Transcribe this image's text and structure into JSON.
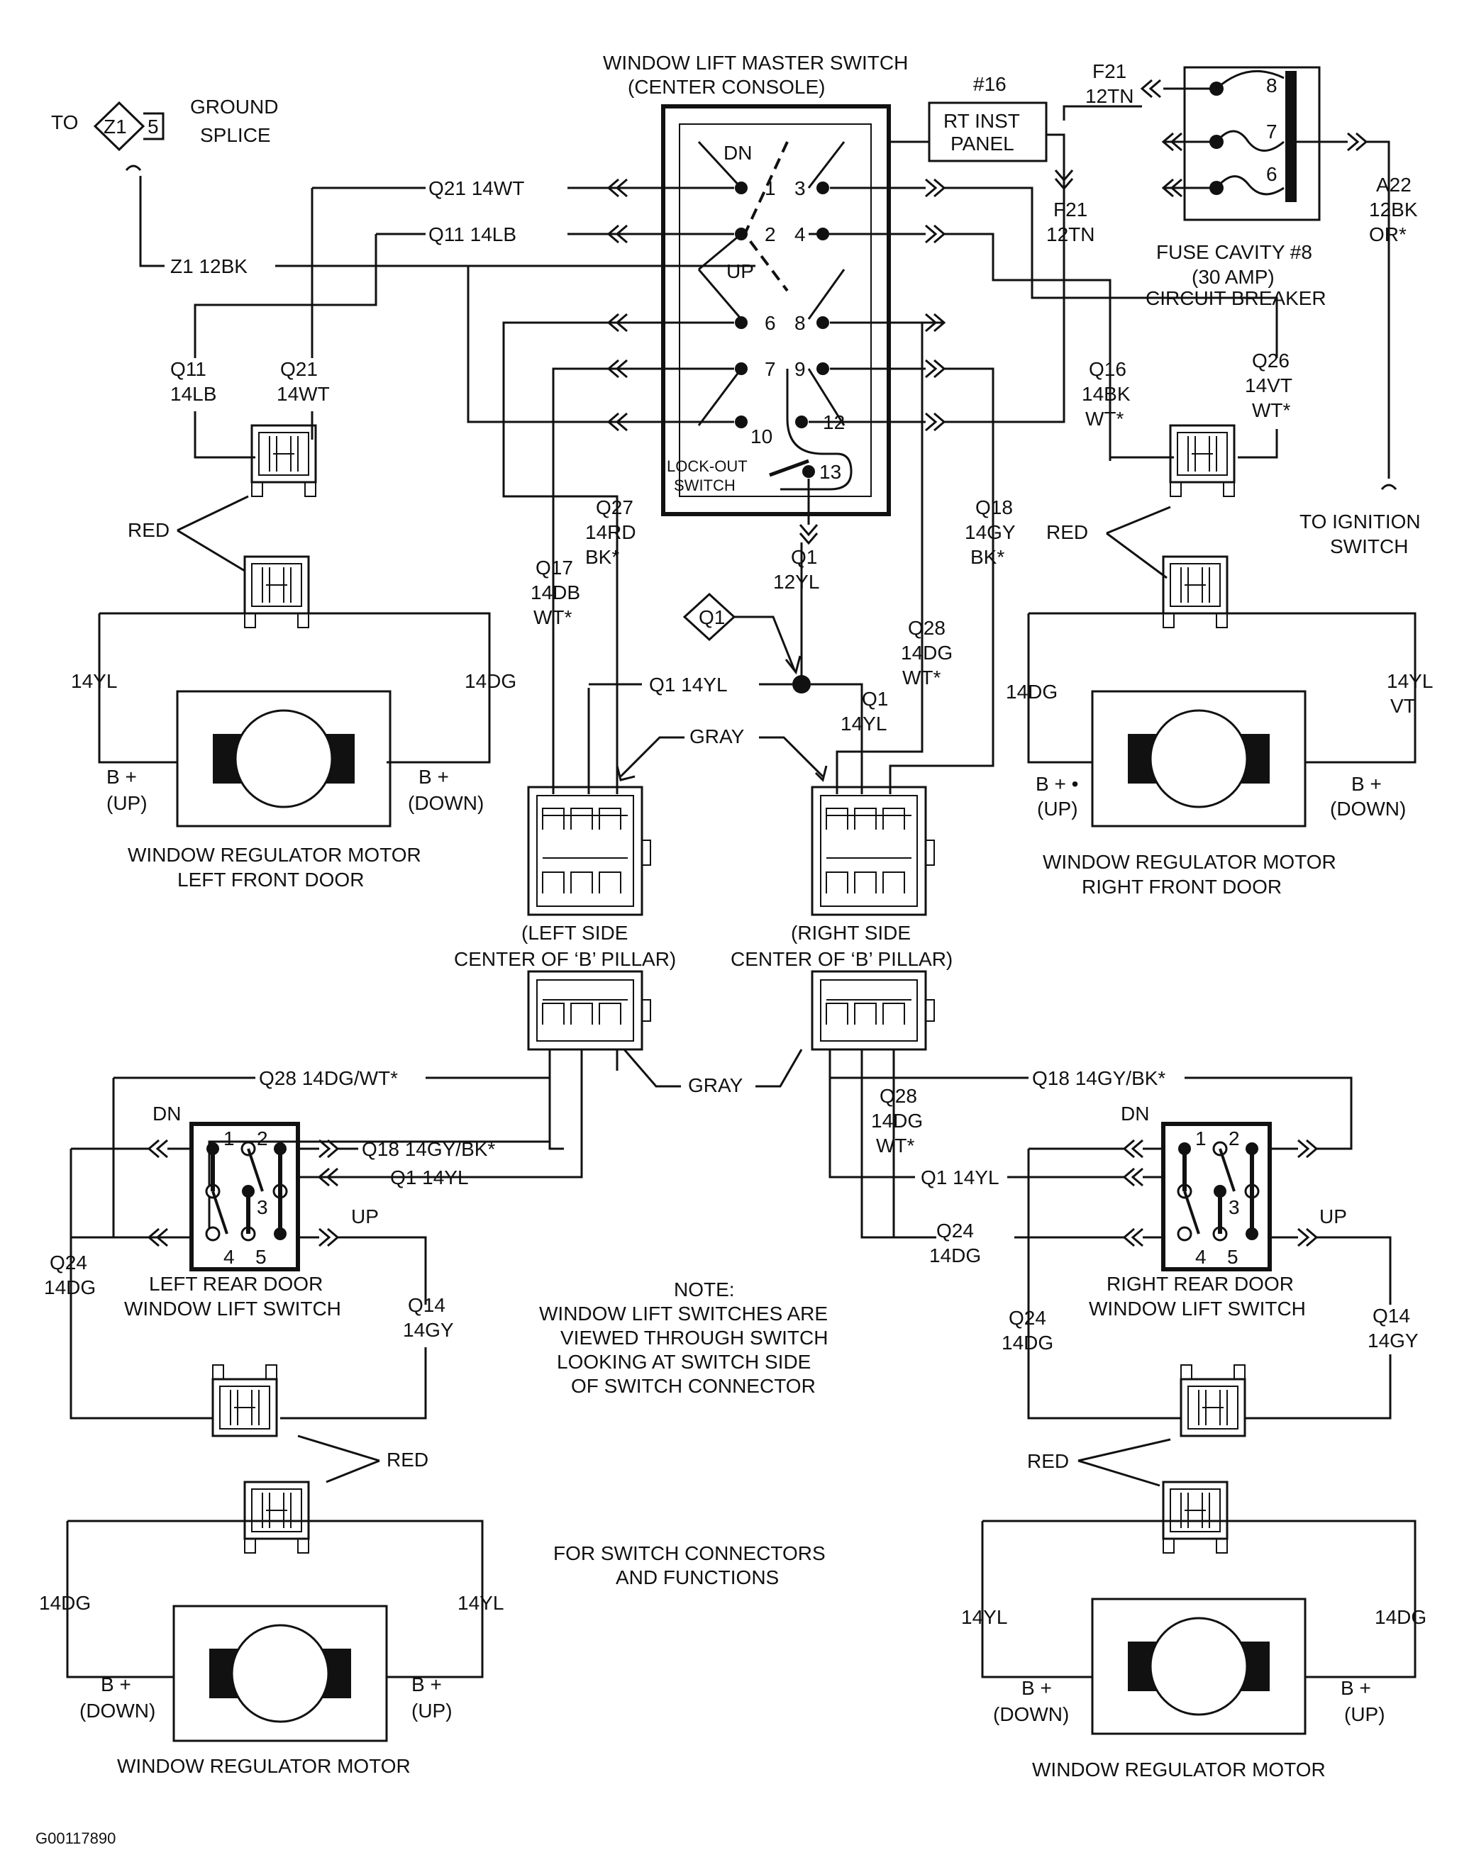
{
  "master_switch": {
    "title": "WINDOW LIFT MASTER SWITCH",
    "subtitle": "(CENTER CONSOLE)",
    "dn": "DN",
    "up": "UP",
    "lockout_1": "LOCK-OUT",
    "lockout_2": "SWITCH",
    "pins": [
      "1",
      "2",
      "3",
      "4",
      "6",
      "8",
      "7",
      "9",
      "10",
      "12",
      "13"
    ]
  },
  "ground": {
    "to": "TO",
    "code": "Z1",
    "pin": "5",
    "label_1": "GROUND",
    "label_2": "SPLICE",
    "wire": "Z1 12BK"
  },
  "panel": {
    "num": "#16",
    "line1": "RT INST",
    "line2": "PANEL"
  },
  "fuse": {
    "wire_in_1": "F21",
    "wire_in_2": "12TN",
    "wire_out_1": "F21",
    "wire_out_2": "12TN",
    "pins": [
      "8",
      "7",
      "6"
    ],
    "label_1": "FUSE CAVITY #8",
    "label_2": "(30 AMP)",
    "label_3": "CIRCUIT BREAKER",
    "a22_1": "A22",
    "a22_2": "12BK",
    "a22_3": "OR*",
    "ignition_1": "TO IGNITION",
    "ignition_2": "SWITCH"
  },
  "wires": {
    "q21": "Q21 14WT",
    "q11": "Q11 14LB",
    "q11_l1": "Q11",
    "q11_l2": "14LB",
    "q21_l1": "Q21",
    "q21_l2": "14WT",
    "q16_1": "Q16",
    "q16_2": "14BK",
    "q16_3": "WT*",
    "q26_1": "Q26",
    "q26_2": "14VT",
    "q26_3": "WT*",
    "q27_1": "Q27",
    "q27_2": "14RD",
    "q27_3": "BK*",
    "q17_1": "Q17",
    "q17_2": "14DB",
    "q17_3": "WT*",
    "q1_1": "Q1",
    "q1_2": "12YL",
    "q1_splice": "Q1",
    "q1_14yl": "Q1 14YL",
    "q1r_1": "Q1",
    "q1r_2": "14YL",
    "q18_1": "Q18",
    "q18_2": "14GY",
    "q18_3": "BK*",
    "q28_1": "Q28",
    "q28_2": "14DG",
    "q28_3": "WT*",
    "gray": "GRAY",
    "gray_lower": "GRAY"
  },
  "lf": {
    "red": "RED",
    "w1": "14YL",
    "w2": "14DG",
    "b1_1": "B +",
    "b1_2": "(UP)",
    "b2_1": "B +",
    "b2_2": "(DOWN)",
    "title_1": "WINDOW REGULATOR MOTOR",
    "title_2": "LEFT FRONT DOOR"
  },
  "rf": {
    "red": "RED",
    "w1": "14DG",
    "w2": "14YL",
    "w2b": "VT",
    "b1_1": "B + •",
    "b1_2": "(UP)",
    "b2_1": "B +",
    "b2_2": "(DOWN)",
    "title_1": "WINDOW REGULATOR MOTOR",
    "title_2": "RIGHT FRONT DOOR"
  },
  "pillar": {
    "left_1": "(LEFT SIDE",
    "left_2": "CENTER OF ‘B’ PILLAR)",
    "right_1": "(RIGHT SIDE",
    "right_2": "CENTER OF ‘B’ PILLAR)"
  },
  "lr": {
    "q28": "Q28 14DG/WT*",
    "dn": "DN",
    "up": "UP",
    "q18": "Q18 14GY/BK*",
    "q1": "Q1 14YL",
    "pins": [
      "1",
      "2",
      "3",
      "4",
      "5"
    ],
    "q24_1": "Q24",
    "q24_2": "14DG",
    "title_1": "LEFT REAR DOOR",
    "title_2": "WINDOW LIFT SWITCH",
    "q14_1": "Q14",
    "q14_2": "14GY",
    "red": "RED",
    "w1": "14DG",
    "w2": "14YL",
    "b1_1": "B +",
    "b1_2": "(DOWN)",
    "b2_1": "B +",
    "b2_2": "(UP)",
    "motor": "WINDOW REGULATOR MOTOR"
  },
  "rr": {
    "q18": "Q18 14GY/BK*",
    "dn": "DN",
    "up": "UP",
    "q28_1": "Q28",
    "q28_2": "14DG",
    "q28_3": "WT*",
    "q1": "Q1 14YL",
    "q24_1": "Q24",
    "q24_2": "14DG",
    "pins": [
      "1",
      "2",
      "3",
      "4",
      "5"
    ],
    "title_1": "RIGHT REAR DOOR",
    "title_2": "WINDOW LIFT SWITCH",
    "q24b_1": "Q24",
    "q24b_2": "14DG",
    "q14_1": "Q14",
    "q14_2": "14GY",
    "red": "RED",
    "w1": "14YL",
    "w2": "14DG",
    "b1_1": "B +",
    "b1_2": "(DOWN)",
    "b2_1": "B +",
    "b2_2": "(UP)",
    "motor": "WINDOW REGULATOR MOTOR"
  },
  "note": {
    "l1": "NOTE:",
    "l2": "WINDOW LIFT SWITCHES ARE",
    "l3": "VIEWED THROUGH SWITCH",
    "l4": "LOOKING AT SWITCH SIDE",
    "l5": "OF SWITCH CONNECTOR"
  },
  "ref": {
    "l1": "FOR SWITCH CONNECTORS",
    "l2": "AND FUNCTIONS"
  },
  "figure_id": "G00117890"
}
